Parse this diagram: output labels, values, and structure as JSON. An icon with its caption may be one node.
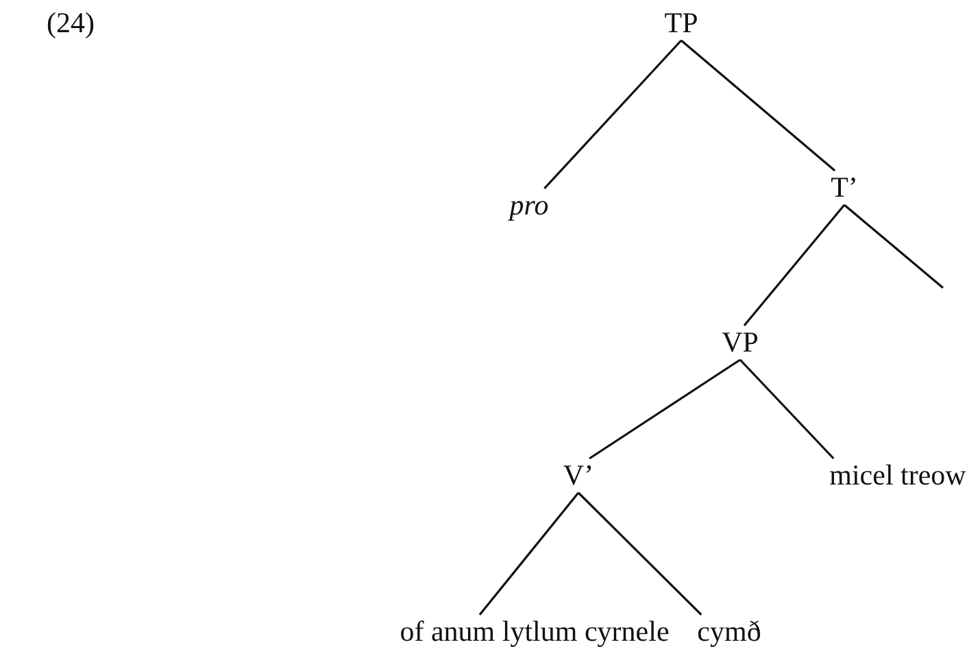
{
  "diagram": {
    "nodes": [
      {
        "text": [
          "TP"
        ]
      },
      {
        "text": [
          "pro"
        ]
      },
      {
        "text": [
          "T’"
        ]
      },
      {
        "text": [
          "VP"
        ]
      },
      {
        "text": [
          "V’"
        ]
      },
      {
        "text": [
          "micel treow"
        ]
      },
      {
        "text": [
          "of anum lytlum cyrnele"
        ]
      },
      {
        "text": [
          "cymð"
        ]
      }
    ],
    "edges": [
      {
        "from": 0,
        "to": 1,
        "arrow": "none"
      },
      {
        "from": 0,
        "to": 2,
        "arrow": "none"
      },
      {
        "from": 2,
        "to": 3,
        "arrow": "none"
      },
      {
        "from": 2,
        "to": null,
        "arrow": "none"
      },
      {
        "from": 3,
        "to": 4,
        "arrow": "none"
      },
      {
        "from": 3,
        "to": 5,
        "arrow": "none"
      },
      {
        "from": 4,
        "to": 6,
        "arrow": "none"
      },
      {
        "from": 4,
        "to": 7,
        "arrow": "none"
      }
    ],
    "labels": [
      "(24)"
    ]
  }
}
